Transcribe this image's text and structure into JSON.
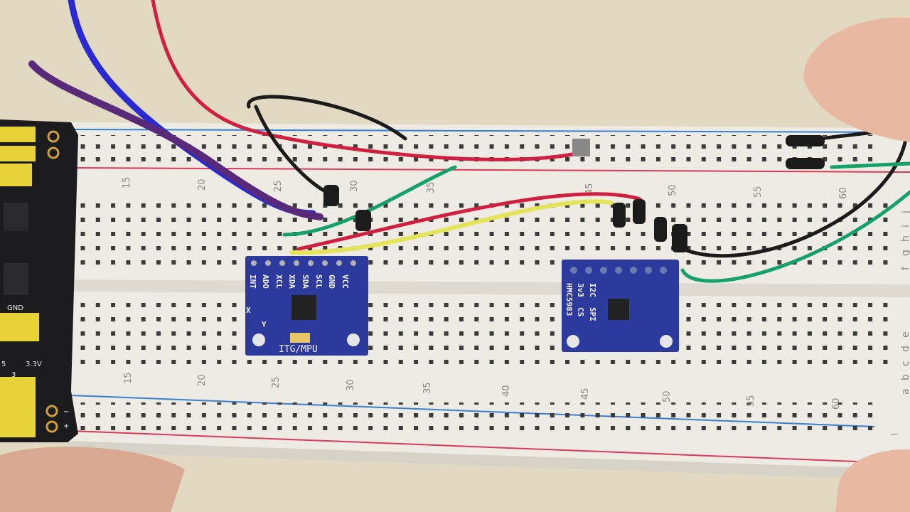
{
  "breadboard": {
    "top_numbers": [
      "15",
      "20",
      "25",
      "30",
      "35",
      "45",
      "50",
      "55",
      "60"
    ],
    "bottom_numbers": [
      "15",
      "20",
      "25",
      "30",
      "35",
      "40",
      "45",
      "50",
      "55",
      "60"
    ],
    "top_letters": [
      "j",
      "i",
      "h",
      "g",
      "f"
    ],
    "bottom_letters": [
      "e",
      "d",
      "c",
      "b",
      "a"
    ],
    "rail_minus": "−"
  },
  "modules": {
    "gyro": {
      "name": "ITG/MPU",
      "pins": [
        "INT",
        "ADO",
        "XCL",
        "XDA",
        "SDA",
        "SCL",
        "GND",
        "VCC"
      ],
      "axis_x": "X",
      "axis_y": "Y"
    },
    "magnetometer": {
      "name": "HMC5983",
      "labels": [
        "3v3",
        "CS",
        "I2C",
        "SPI"
      ]
    }
  },
  "power_module": {
    "gnd": "GND",
    "v33": "3.3V",
    "v5": "5",
    "three": "3",
    "minus": "−",
    "plus": "+"
  },
  "colors": {
    "pcb": "#2b3a9c",
    "wire_red": "#d11f3f",
    "wire_black": "#1b1b1b",
    "wire_green": "#16a06a",
    "wire_yellow": "#e4e35a",
    "wire_blue": "#2a2ad0",
    "wire_purple": "#5a2a7a"
  }
}
